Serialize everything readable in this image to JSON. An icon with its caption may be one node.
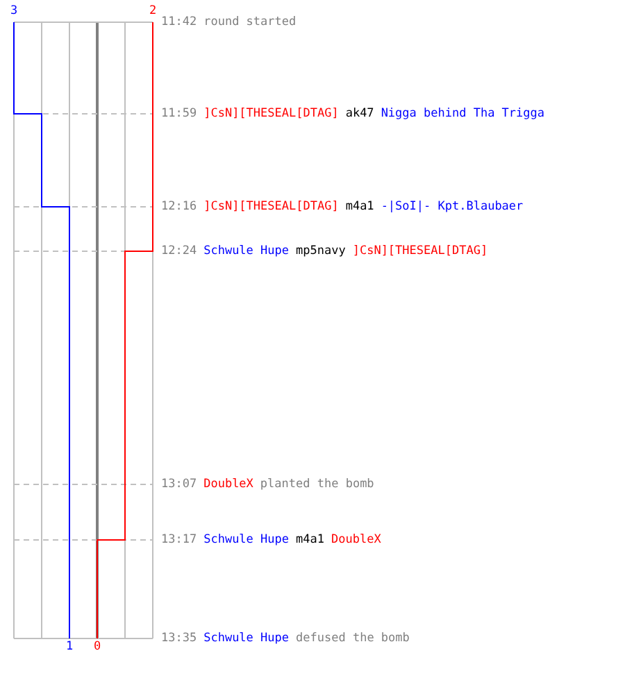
{
  "diagram": {
    "labels": [
      "3",
      "2",
      "11:42",
      "round started",
      "11:59",
      "]CsN][THESEAL[DTAG]",
      "ak47",
      "Nigga behind Tha Trigga",
      "12:16",
      "]CsN][THESEAL[DTAG]",
      "m4a1",
      "-|SoI|- Kpt.Blaubaer",
      "12:24",
      "Schwule Hupe",
      "mp5navy",
      "]CsN][THESEAL[DTAG]",
      "13:07",
      "DoubleX",
      "planted the bomb",
      "13:17",
      "Schwule Hupe",
      "m4a1",
      "DoubleX",
      "13:35",
      "Schwule Hupe",
      "defused the bomb",
      "1",
      "0"
    ]
  }
}
